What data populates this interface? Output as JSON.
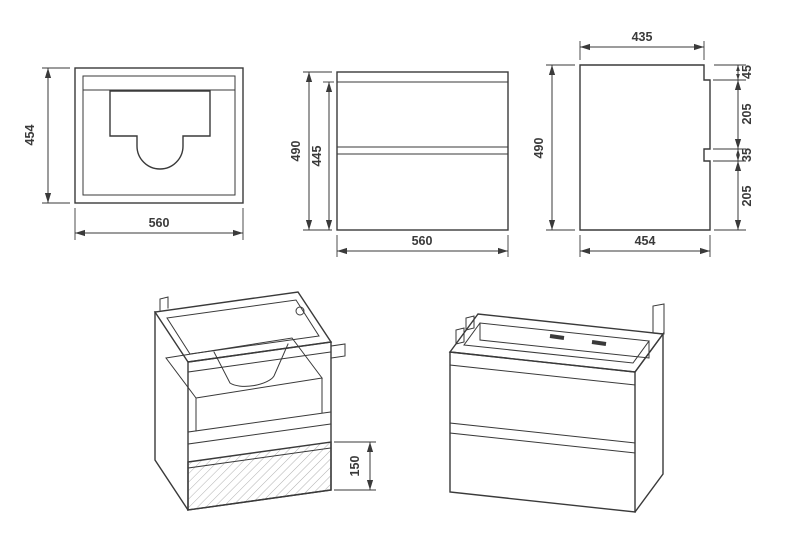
{
  "drawing": {
    "background": "#ffffff",
    "line_color": "#3a3a3a",
    "views": {
      "top": {
        "height": "454",
        "width": "560"
      },
      "front": {
        "overall_height": "490",
        "body_height": "445",
        "width": "560"
      },
      "side": {
        "top_depth": "435",
        "height": "490",
        "bottom_depth": "454",
        "right_chain": [
          "45",
          "205",
          "35",
          "205"
        ]
      },
      "iso_open": {
        "drawer_front_height": "150"
      }
    }
  }
}
